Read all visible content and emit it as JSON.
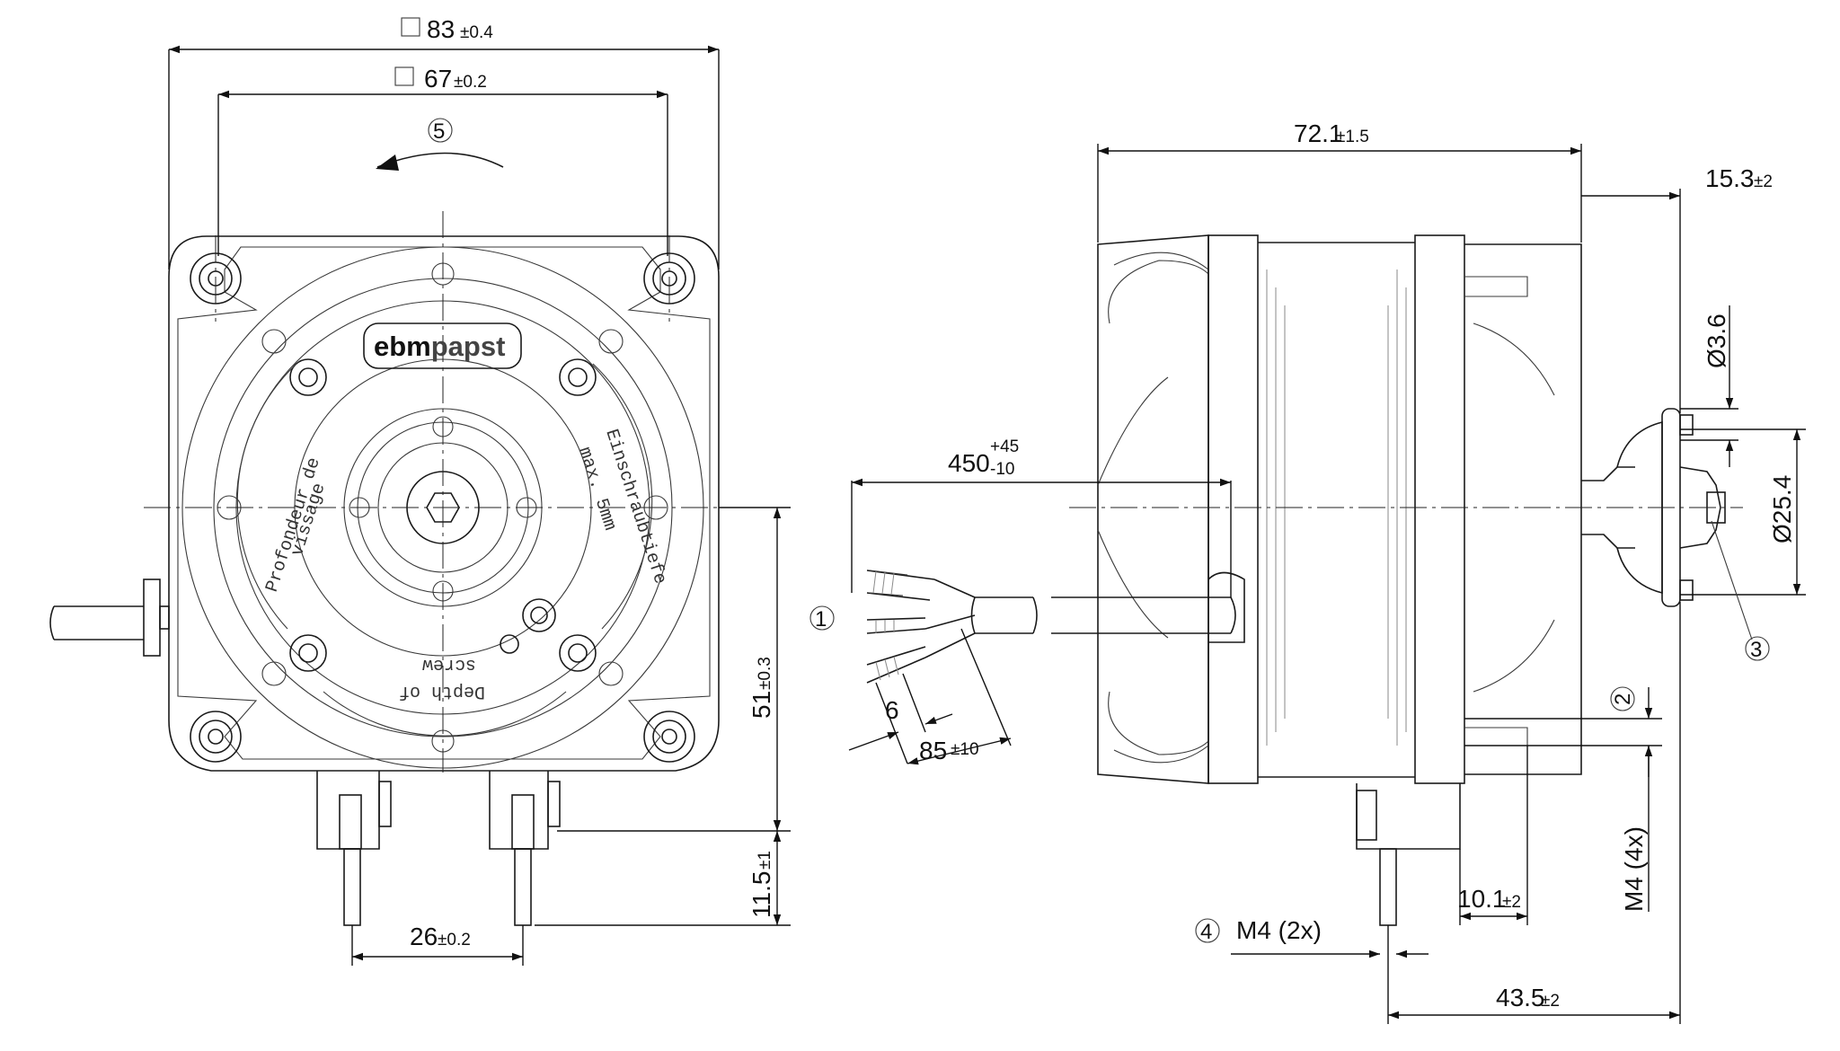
{
  "brand": {
    "logo_text_a": "ebm",
    "logo_text_b": "papst"
  },
  "dimensions": {
    "width_outer": {
      "symbol": "□",
      "value": "83",
      "tol": "±0.4"
    },
    "width_holes": {
      "symbol": "□",
      "value": "67",
      "tol": "±0.2"
    },
    "height_axis": {
      "value": "51",
      "tol": "±0.3"
    },
    "stud_length": {
      "value": "11.5",
      "tol": "±1"
    },
    "stud_spacing": {
      "value": "26",
      "tol": "±0.2"
    },
    "body_length": {
      "value": "72.1",
      "tol": "±1.5"
    },
    "shaft_length": {
      "value": "15.3",
      "tol": "±2"
    },
    "cable_length": {
      "value": "450",
      "tol_plus": "+45",
      "tol_minus": "-10"
    },
    "wire_strip": {
      "value": "6"
    },
    "wire_length": {
      "value": "85",
      "tol": "±10"
    },
    "shaft_dia": {
      "value": "Ø3.6"
    },
    "hub_dia": {
      "value": "Ø25.4"
    },
    "stud_thread_side": {
      "value": "M4 (4x)"
    },
    "bracket_offset": {
      "value": "10.1",
      "tol": "±2"
    },
    "stud_pos": {
      "value": "43.5",
      "tol": "±2"
    },
    "stud_thread_bottom": {
      "value": "M4 (2x)"
    }
  },
  "callouts": {
    "c1": "1",
    "c2": "2",
    "c3": "3",
    "c4": "4",
    "c5": "5"
  },
  "plate_text": {
    "left_arc_1": "Profondeur de",
    "left_arc_2": "vissage",
    "right_arc_1": "Einschraubtiefe",
    "right_arc_2": "max. 5mm",
    "bottom_arc_1": "Depth of",
    "bottom_arc_2": "screw"
  }
}
